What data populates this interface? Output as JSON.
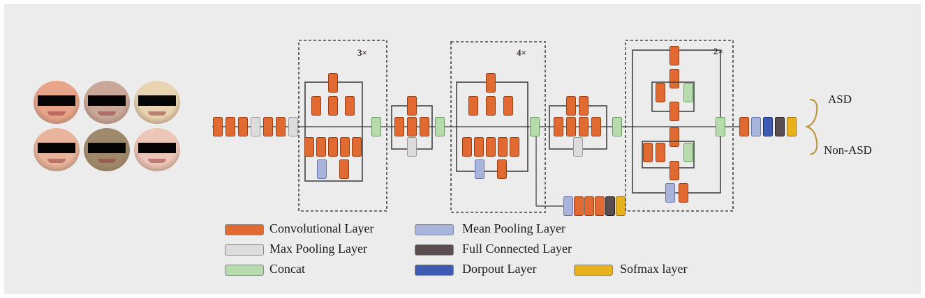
{
  "diagram": {
    "multipliers": {
      "block_a": "3×",
      "block_b": "4×",
      "block_c": "2×"
    },
    "outputs": {
      "asd": "ASD",
      "non_asd": "Non-ASD"
    },
    "legend": [
      {
        "key": "conv",
        "label": "Convolutional Layer",
        "color": "#e06a32"
      },
      {
        "key": "mean",
        "label": "Mean Pooling Layer",
        "color": "#a8b4dc"
      },
      {
        "key": "max",
        "label": "Max Pooling Layer",
        "color": "#dcdcdc"
      },
      {
        "key": "fc",
        "label": "Full Connected Layer",
        "color": "#5a4d50"
      },
      {
        "key": "concat",
        "label": "Concat",
        "color": "#b6dcae"
      },
      {
        "key": "dropout",
        "label": "Dorpout Layer",
        "color": "#3d5bb3"
      },
      {
        "key": "softmax",
        "label": "Sofmax layer",
        "color": "#e8b21c"
      }
    ],
    "face_images": [
      {
        "tone": "#e8a58a"
      },
      {
        "tone": "#c9a89a"
      },
      {
        "tone": "#e8d4b0"
      },
      {
        "tone": "#e8b49b"
      },
      {
        "tone": "#9e8a6a"
      },
      {
        "tone": "#edc6b8"
      }
    ]
  }
}
